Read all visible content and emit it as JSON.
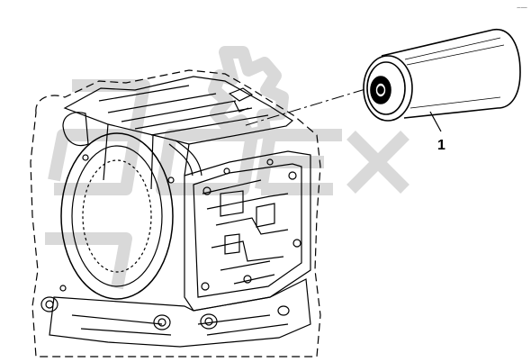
{
  "diagram": {
    "callouts": [
      {
        "label": "1",
        "part": "cylindrical-filter"
      }
    ],
    "corner_mark": "⌢—",
    "colors": {
      "line": "#000000",
      "background": "#ffffff",
      "watermark": "#d9d9d9"
    },
    "watermark": {
      "style": "gear-logo"
    }
  }
}
